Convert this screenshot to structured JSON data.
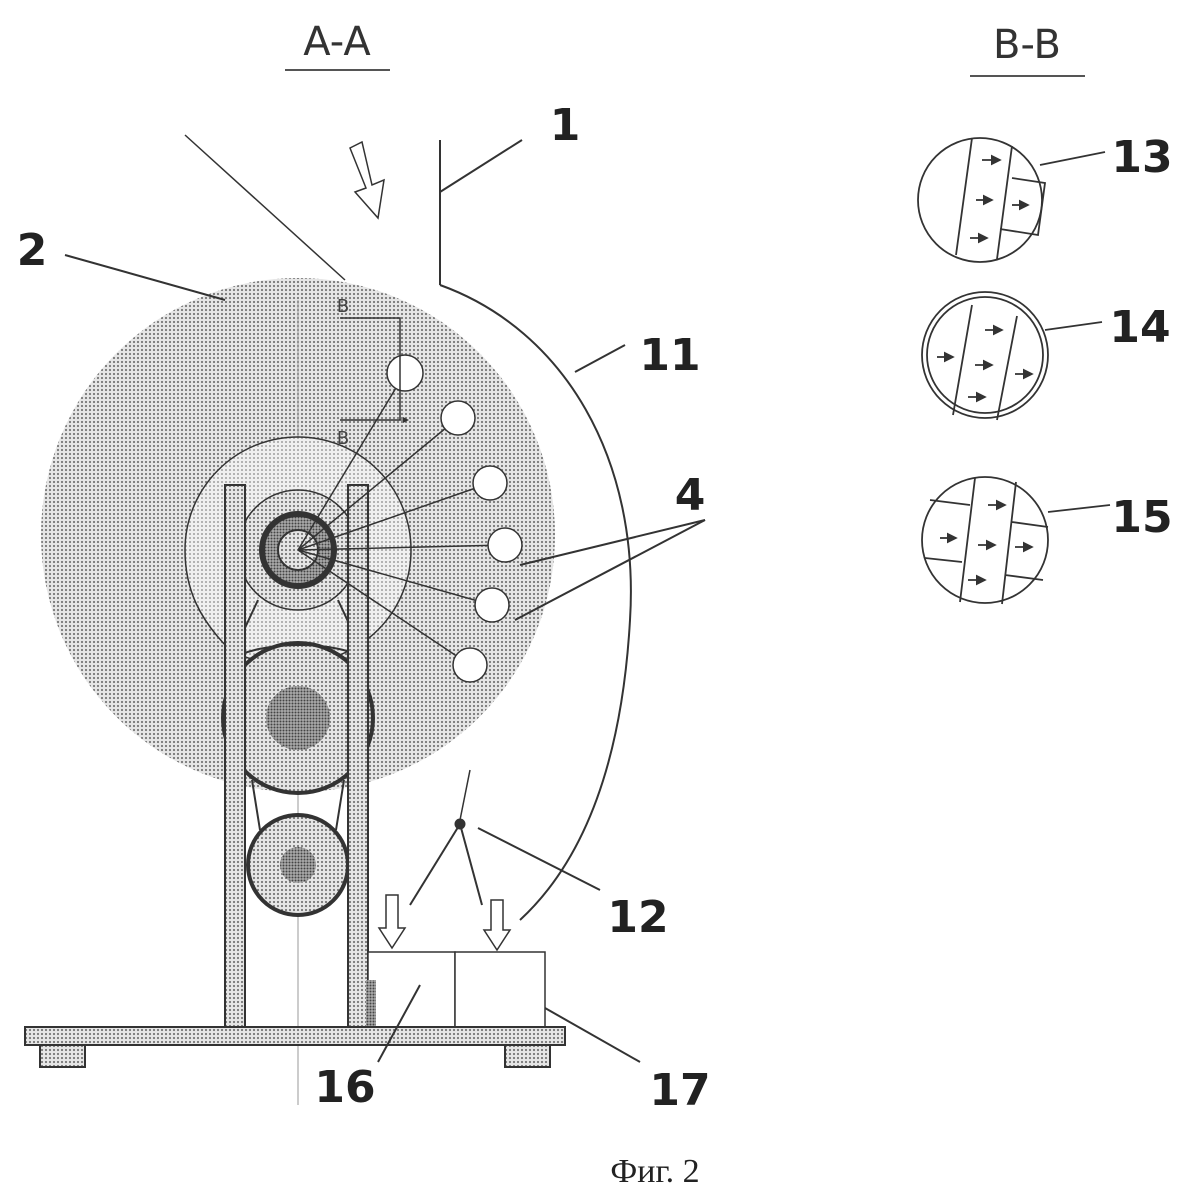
{
  "section_labels": {
    "aa": "A-A",
    "bb": "B-B",
    "b_top": "B",
    "b_bottom": "B"
  },
  "callouts": {
    "n1": "1",
    "n2": "2",
    "n4": "4",
    "n11": "11",
    "n12": "12",
    "n13": "13",
    "n14": "14",
    "n15": "15",
    "n16": "16",
    "n17": "17"
  },
  "caption": "Фиг. 2",
  "colors": {
    "line": "#333333",
    "dot_fill": "#bdbdbd",
    "dark_fill": "#8a8a8a"
  }
}
